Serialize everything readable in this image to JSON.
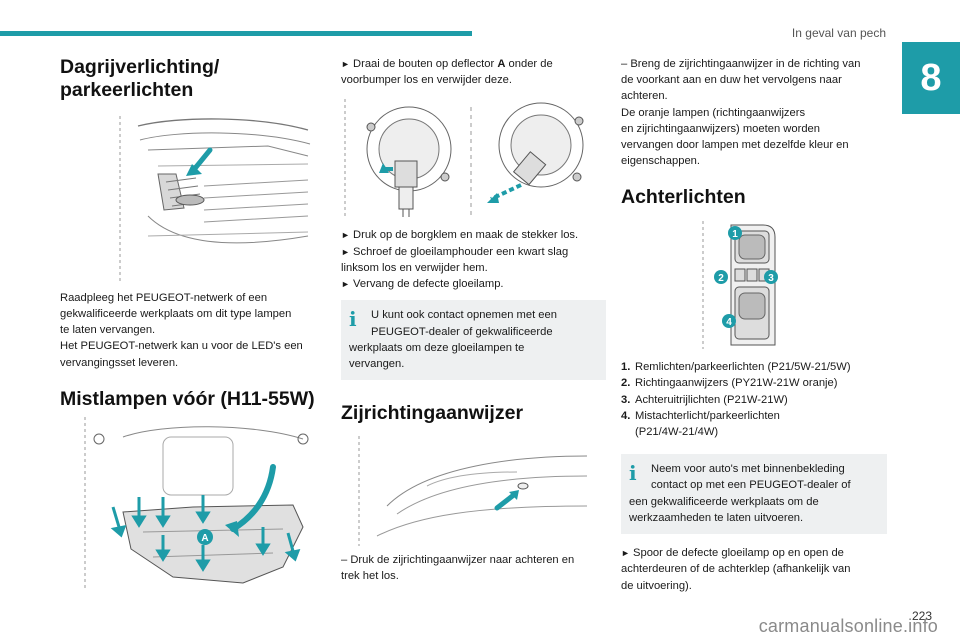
{
  "header": {
    "section_label": "In geval van pech",
    "chapter_number": "8",
    "accent_color": "#1e9ca8"
  },
  "col1": {
    "title1_line1": "Dagrijverlichting/",
    "title1_line2": "parkeerlichten",
    "p1_l1": "Raadpleeg het PEUGEOT-netwerk of een",
    "p1_l2": "gekwalificeerde werkplaats om dit type lampen",
    "p1_l3": "te laten vervangen.",
    "p1_l4": "Het PEUGEOT-netwerk kan u voor de LED's een",
    "p1_l5": "vervangingsset leveren.",
    "title2": "Mistlampen vóór (H11-55W)",
    "fig_label_a": "A"
  },
  "col2": {
    "step1_l1": "Draai de bouten op deflector ",
    "step1_bold": "A",
    "step1_l1b": " onder de",
    "step1_l2": "voorbumper los en verwijder deze.",
    "step2": "Druk op de borgklem en maak de stekker los.",
    "step3_l1": "Schroef de gloeilamphouder een kwart slag",
    "step3_l2": "linksom los en verwijder hem.",
    "step4": "Vervang de defecte gloeilamp.",
    "note_l1": "U kunt ook contact opnemen met een",
    "note_l2": "PEUGEOT-dealer of gekwalificeerde",
    "note_l3": "werkplaats om deze gloeilampen te",
    "note_l4": "vervangen.",
    "title3": "Zijrichtingaanwijzer",
    "dash1_l1": "– Druk de zijrichtingaanwijzer naar achteren en",
    "dash1_l2": "trek het los."
  },
  "col3": {
    "dash2_l1": "– Breng de zijrichtingaanwijzer in de richting van",
    "dash2_l2": "de voorkant aan en duw het vervolgens naar",
    "dash2_l3": "achteren.",
    "dash2_l4": "De oranje lampen (richtingaanwijzers",
    "dash2_l5": "en zijrichtingaanwijzers) moeten worden",
    "dash2_l6": "vervangen door lampen met dezelfde kleur en",
    "dash2_l7": "eigenschappen.",
    "title4": "Achterlichten",
    "fig_nums": [
      "1",
      "2",
      "3",
      "4"
    ],
    "list": [
      {
        "num": "1.",
        "text": "Remlichten/parkeerlichten (P21/5W-21/5W)"
      },
      {
        "num": "2.",
        "text": "Richtingaanwijzers (PY21W-21W oranje)"
      },
      {
        "num": "3.",
        "text": "Achteruitrijlichten (P21W-21W)"
      },
      {
        "num": "4.",
        "text": "Mistachterlicht/parkeerlichten"
      }
    ],
    "list4_l2": "(P21/4W-21/4W)",
    "note_l1": "Neem voor auto's met binnenbekleding",
    "note_l2": "contact op met een PEUGEOT-dealer of",
    "note_l3": "een gekwalificeerde werkplaats om de",
    "note_l4": "werkzaamheden te laten uitvoeren.",
    "step5_l1": "Spoor de defecte gloeilamp op en open de",
    "step5_l2": "achterdeuren of de achterklep (afhankelijk van",
    "step5_l3": "de uitvoering)."
  },
  "footer": {
    "page_number": "223",
    "watermark": "carmanualsonline.info"
  },
  "icons": {
    "step_marker": "►",
    "info_icon": "i"
  }
}
